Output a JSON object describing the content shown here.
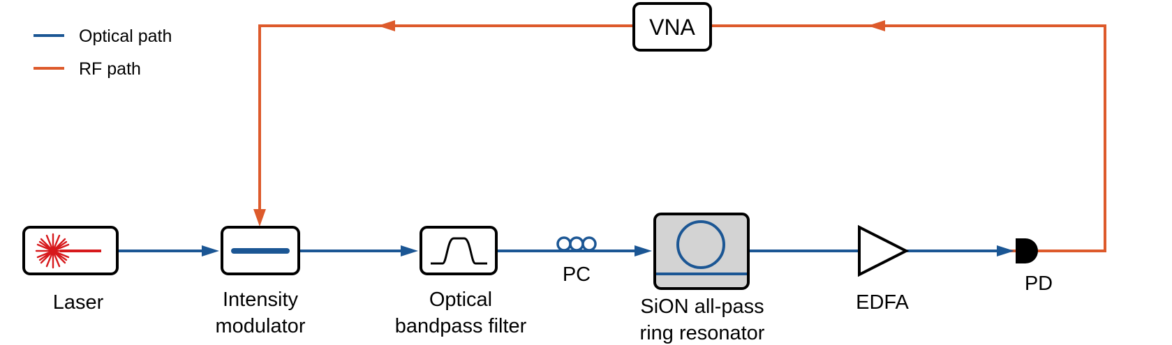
{
  "legend": {
    "items": [
      {
        "label": "Optical path",
        "color": "#1b5694"
      },
      {
        "label": "RF path",
        "color": "#dd5a2b"
      }
    ]
  },
  "components": {
    "laser": {
      "label": "Laser",
      "icon": "laser-starburst-icon",
      "icon_color": "#d7191c"
    },
    "modulator": {
      "label_line1": "Intensity",
      "label_line2": "modulator",
      "icon": "waveguide-bar-icon"
    },
    "filter": {
      "label_line1": "Optical",
      "label_line2": "bandpass filter",
      "icon": "bandpass-response-icon"
    },
    "pc": {
      "label": "PC",
      "icon": "fiber-loops-icon"
    },
    "resonator": {
      "label_line1": "SiON all-pass",
      "label_line2": "ring resonator",
      "icon": "ring-resonator-icon",
      "fill_color": "#d3d3d3"
    },
    "edfa": {
      "label": "EDFA",
      "icon": "amplifier-triangle-icon"
    },
    "pd": {
      "label": "PD",
      "icon": "photodetector-icon"
    },
    "vna": {
      "label": "VNA"
    }
  },
  "colors": {
    "optical": "#1b5694",
    "rf": "#dd5a2b",
    "outline": "#000000"
  }
}
